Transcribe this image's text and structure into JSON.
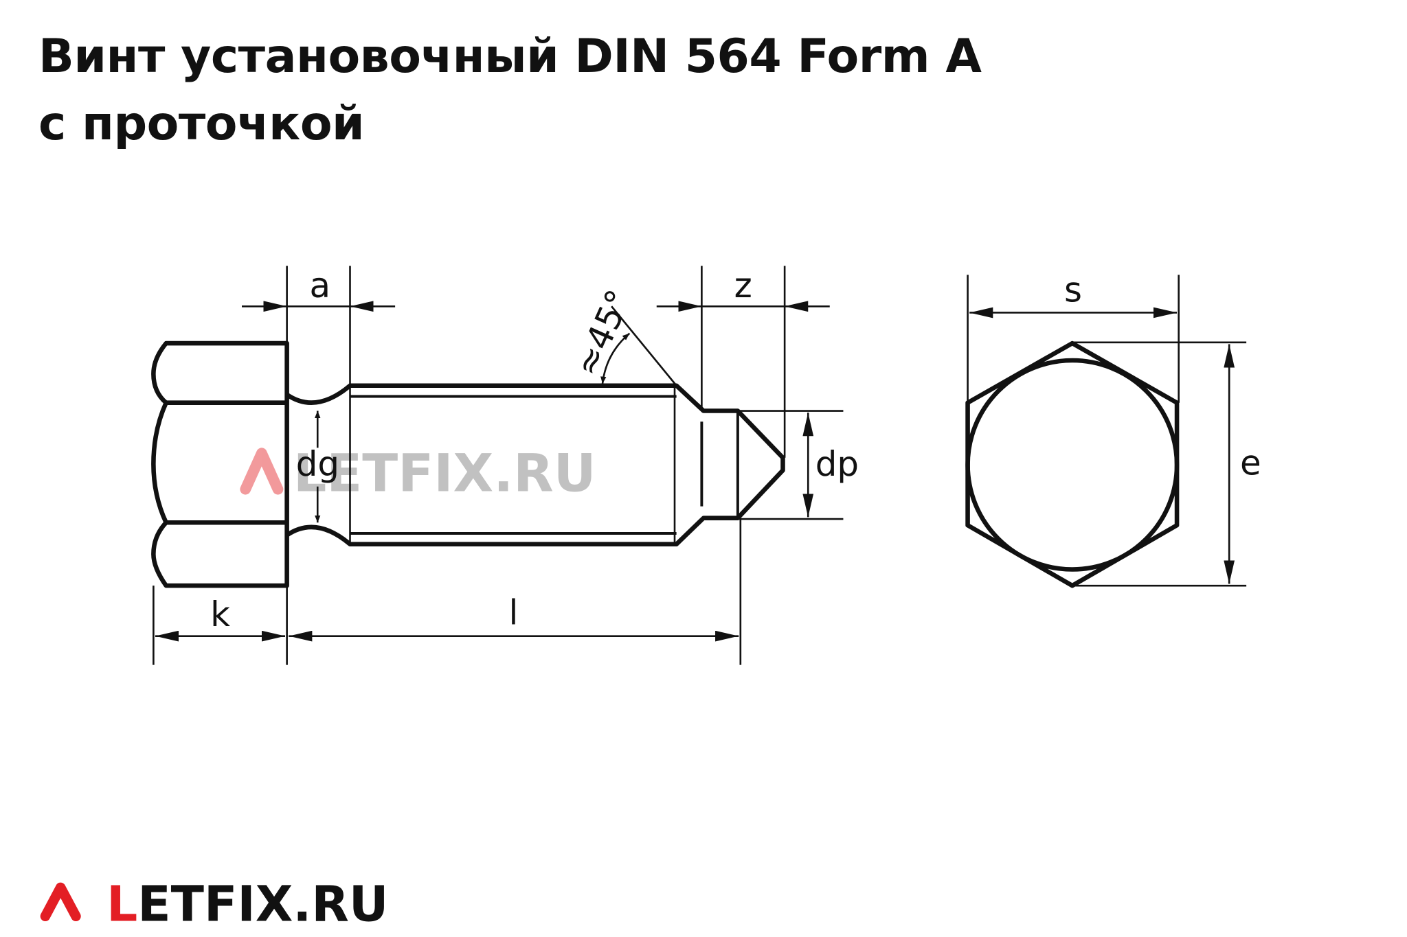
{
  "title": {
    "line1": "Винт установочный DIN 564 Form A",
    "line2": "с проточкой"
  },
  "dimensions": {
    "a": "a",
    "z": "z",
    "angle": "≈45°",
    "dg": "dg",
    "dp": "dp",
    "k": "k",
    "l": "l",
    "s": "s",
    "e": "e"
  },
  "watermark": "LETFIX.RU",
  "logo": {
    "text": "LETFIX.RU",
    "accent_color": "#e31e24",
    "text_color": "#111111"
  }
}
